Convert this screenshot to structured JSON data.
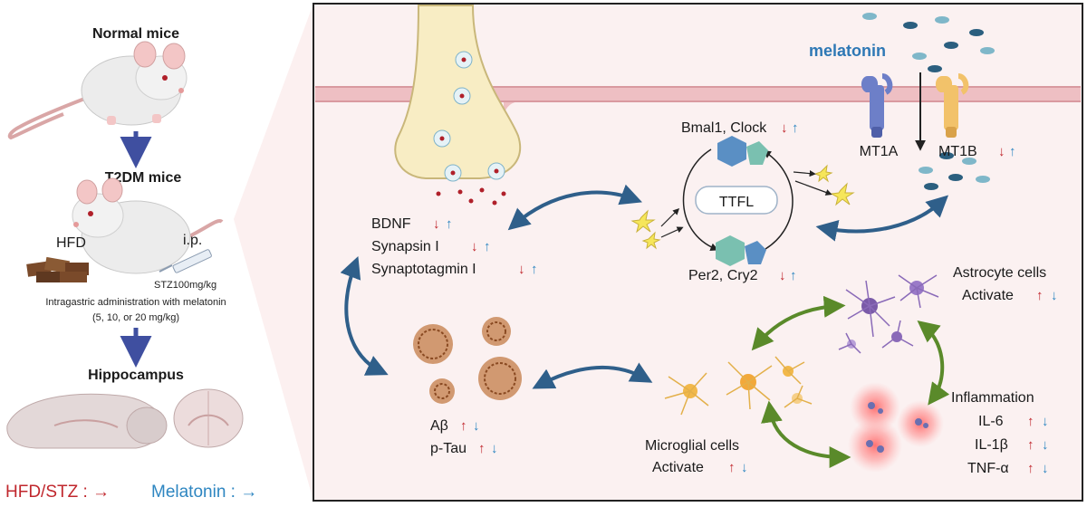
{
  "left_panel": {
    "normal_mice": "Normal  mice",
    "t2dm_mice": "T2DM  mice",
    "hfd": "HFD",
    "ip": "i.p.",
    "stz_dose": "STZ100mg/kg",
    "admin_line1": "Intragastric administration with melatonin",
    "admin_line2": "(5, 10, or 20 mg/kg)",
    "hippocampus": "Hippocampus",
    "legend_hfd": "HFD/STZ : →",
    "legend_melatonin": "Melatonin : →"
  },
  "main_panel": {
    "melatonin": "melatonin",
    "mt1a": "MT1A",
    "mt1b": "MT1B",
    "bmal_clock": "Bmal1, Clock",
    "ttfl": "TTFL",
    "per_cry": "Per2, Cry2",
    "bdnf": "BDNF",
    "synapsin": "Synapsin I",
    "synaptotagmin": "Synaptotagmin I",
    "abeta": "Aβ",
    "ptau": "p-Tau",
    "microglial": "Microglial cells",
    "microglial_activate": "Activate",
    "astrocyte": "Astrocyte cells",
    "astrocyte_activate": "Activate",
    "inflammation": "Inflammation",
    "il6": "IL-6",
    "il1b": "IL-1β",
    "tnfa": "TNF-α",
    "up": "↑",
    "down": "↓"
  },
  "colors": {
    "red_arrow": "#c0272d",
    "blue_arrow": "#2e86c1",
    "green_arrow": "#5a8a2a",
    "membrane": "#eebfc3",
    "panel_bg": "#fbf1f1"
  }
}
